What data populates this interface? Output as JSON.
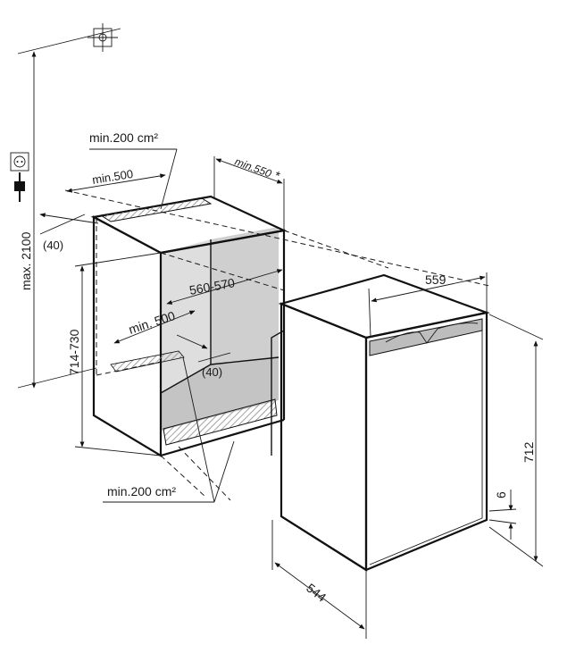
{
  "dimensions": {
    "top_vent_area": "min.200 cm²",
    "top_vent_width": "min.500",
    "depth_min": "min.550",
    "depth_min_star": "*",
    "top_offset": "(40)",
    "max_height": "max. 2100",
    "niche_height": "714-730",
    "niche_width": "560-570",
    "bottom_vent_width": "min. 500",
    "bottom_offset": "(40)",
    "bottom_vent_area": "min.200 cm²",
    "appliance_width": "559",
    "appliance_height": "712",
    "plinth_gap": "6",
    "appliance_depth": "544"
  },
  "icons": {
    "cabinet_top": "crosshair-icon",
    "socket": "socket-icon",
    "plug": "plug-icon"
  },
  "colors": {
    "line": "#111111",
    "niche_fill": "#d4d4d4",
    "hatch": "#9a9a9a"
  }
}
